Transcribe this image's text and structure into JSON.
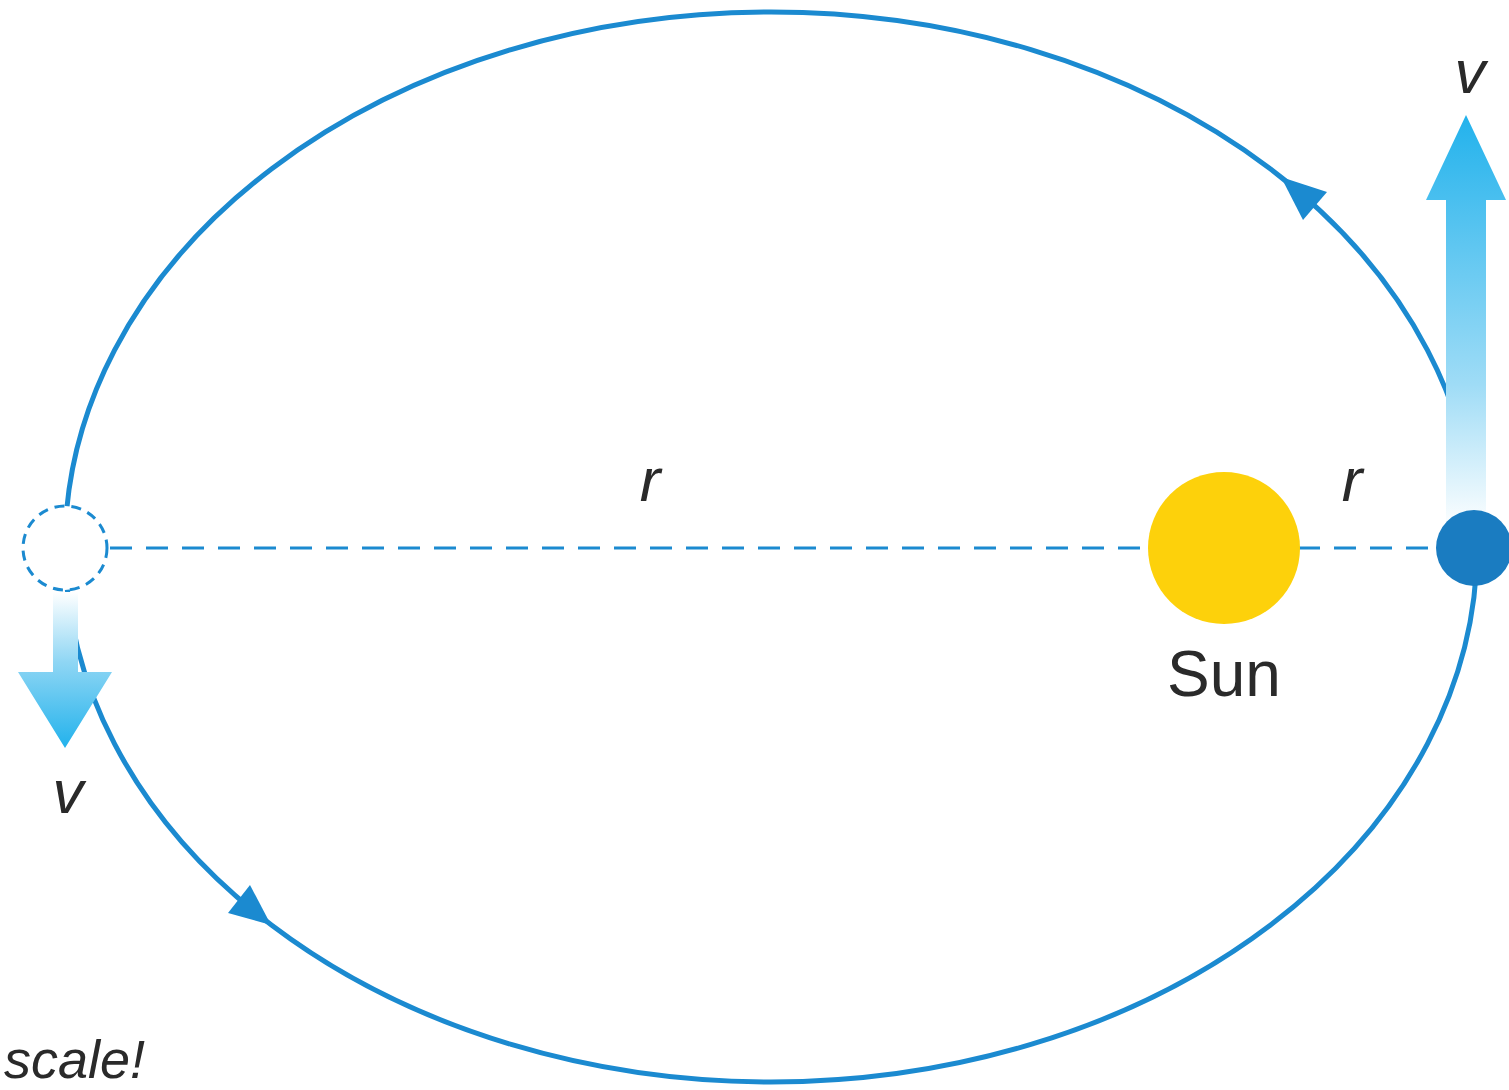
{
  "diagram": {
    "nodes": [
      {
        "text": [
          "Sun"
        ]
      }
    ],
    "labels": [
      "v",
      "r",
      "r",
      "v",
      "scale!"
    ]
  }
}
